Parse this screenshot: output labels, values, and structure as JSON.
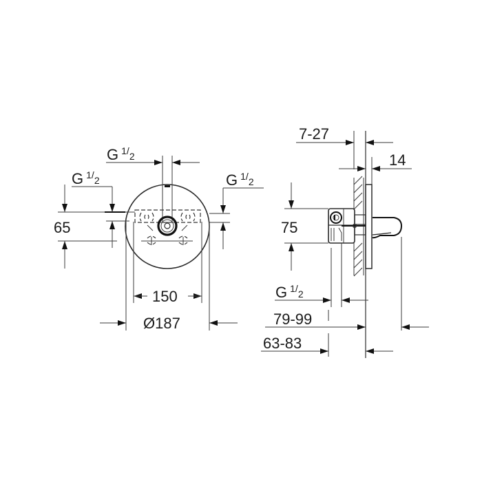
{
  "drawing": {
    "title": "Concealed single-lever mixer – dimensional drawing",
    "line_color": "#1a1a1a",
    "background": "#ffffff"
  },
  "front_view": {
    "thread_top": {
      "base": "G",
      "num": "1",
      "slash": "/",
      "den": "2"
    },
    "thread_left": {
      "base": "G",
      "num": "1",
      "slash": "/",
      "den": "2"
    },
    "thread_right": {
      "base": "G",
      "num": "1",
      "slash": "/",
      "den": "2"
    },
    "dim_height": "65",
    "dim_inner_width": "150",
    "dim_diameter": "Ø187"
  },
  "side_view": {
    "dim_wall_depth": "7-27",
    "dim_plate": "14",
    "dim_height": "75",
    "thread_bottom": {
      "base": "G",
      "num": "1",
      "slash": "/",
      "den": "2"
    },
    "dim_total": "79-99",
    "dim_body": "63-83"
  }
}
